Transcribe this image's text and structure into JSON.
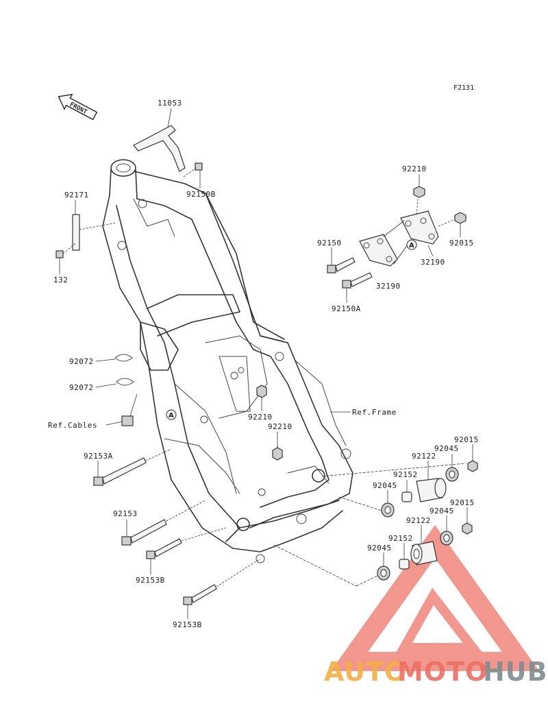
{
  "figure_code": "F2131",
  "front_label": "FRONT",
  "callouts": {
    "p11053": "11053",
    "p92150B": "92150B",
    "p92171": "92171",
    "p132": "132",
    "p92210_top": "92210",
    "p92015_top": "92015",
    "p92150": "92150",
    "p32190_a": "32190",
    "p32190_b": "32190",
    "p92150A": "92150A",
    "p92072_a": "92072",
    "p92072_b": "92072",
    "p92210_mid1": "92210",
    "p92210_mid2": "92210",
    "p92153A": "92153A",
    "p92153": "92153",
    "p92153B_a": "92153B",
    "p92153B_b": "92153B",
    "p92015_r1": "92015",
    "p92045_r1": "92045",
    "p92122_r1": "92122",
    "p92152_r1": "92152",
    "p92045_r2": "92045",
    "p92015_r2": "92015",
    "p92045_r3": "92045",
    "p92122_r2": "92122",
    "p92152_r2": "92152",
    "p92045_r4": "92045"
  },
  "references": {
    "cables": "Ref.Cables",
    "frame": "Ref.Frame"
  },
  "markers": {
    "a1": "A",
    "a2": "A"
  },
  "watermark": {
    "text_part1": "AUTO",
    "text_part2": "MOTO",
    "text_part3": "HUB",
    "color_part1": "#f5b041",
    "color_part2": "#ec7063",
    "color_part3": "#7f8c8d",
    "logo_color": "#ec7063"
  }
}
